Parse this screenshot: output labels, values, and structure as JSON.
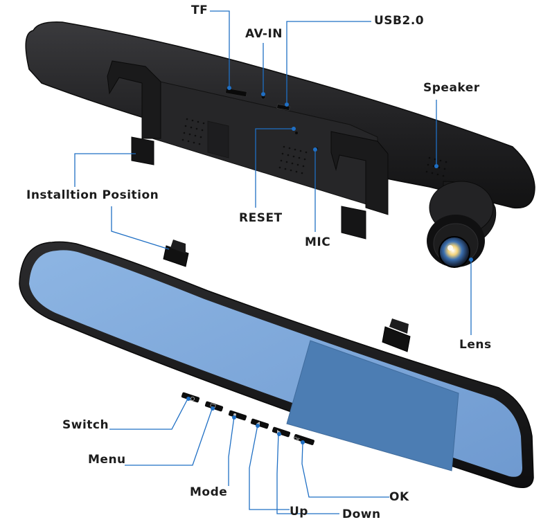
{
  "callouts": {
    "tf": "TF",
    "av_in": "AV-IN",
    "usb": "USB2.0",
    "speaker": "Speaker",
    "install": "Installtion Position",
    "reset": "RESET",
    "mic": "MIC",
    "lens": "Lens",
    "switch": "Switch",
    "menu": "Menu",
    "mode": "Mode",
    "up": "Up",
    "down": "Down",
    "ok": "OK"
  },
  "buttons": {
    "ok_text": "OK"
  },
  "colors": {
    "leader_line": "#1f6fc4",
    "mirror_blue": "#7ea8da",
    "screen_blue": "#4f7eb2",
    "body_black": "#1c1c1e"
  }
}
